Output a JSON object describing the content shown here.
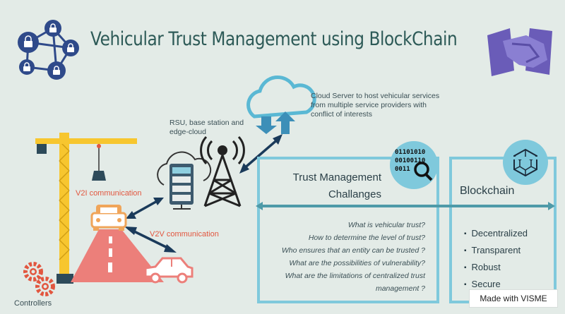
{
  "title": "Vehicular Trust Management using BlockChain",
  "cloud_label": "Cloud Server to host vehicular services from multiple service providers with conflict of interests",
  "rsu_label": "RSU, base station and edge-cloud",
  "v2i_label": "V2I communication",
  "v2v_label": "V2V communication",
  "controllers_label": "Controllers",
  "binary_text": [
    "01101010",
    "00100110",
    "0011"
  ],
  "trust": {
    "title_line1": "Trust Management",
    "title_line2": "Challanges",
    "questions": [
      "What is vehicular trust?",
      "How to determine the level of trust?",
      "Who ensures that an entity can be trusted ?",
      "What are the possibilities of vulnerability?",
      "What are the limitations of centralized trust",
      "management ?"
    ]
  },
  "blockchain": {
    "title": "Blockchain",
    "features": [
      "Decentralized",
      "Transparent",
      "Robust",
      "Secure"
    ]
  },
  "badge": "Made with VISME",
  "colors": {
    "background": "#e3ebe7",
    "title": "#2d5a57",
    "accent_blue": "#7fc9dc",
    "navy": "#2f4a8a",
    "crane_yellow": "#f7c62f",
    "road_red": "#ec7f7a",
    "label_red": "#e2563f",
    "handshake_purple": "#7b6dc4"
  },
  "icons": [
    "network-lock-icon",
    "handshake-icon",
    "cloud-server-icon",
    "server-rack-icon",
    "cell-tower-icon",
    "crane-icon",
    "car-icon",
    "road-icon",
    "gears-icon",
    "magnifier-icon",
    "blockchain-cube-icon"
  ]
}
